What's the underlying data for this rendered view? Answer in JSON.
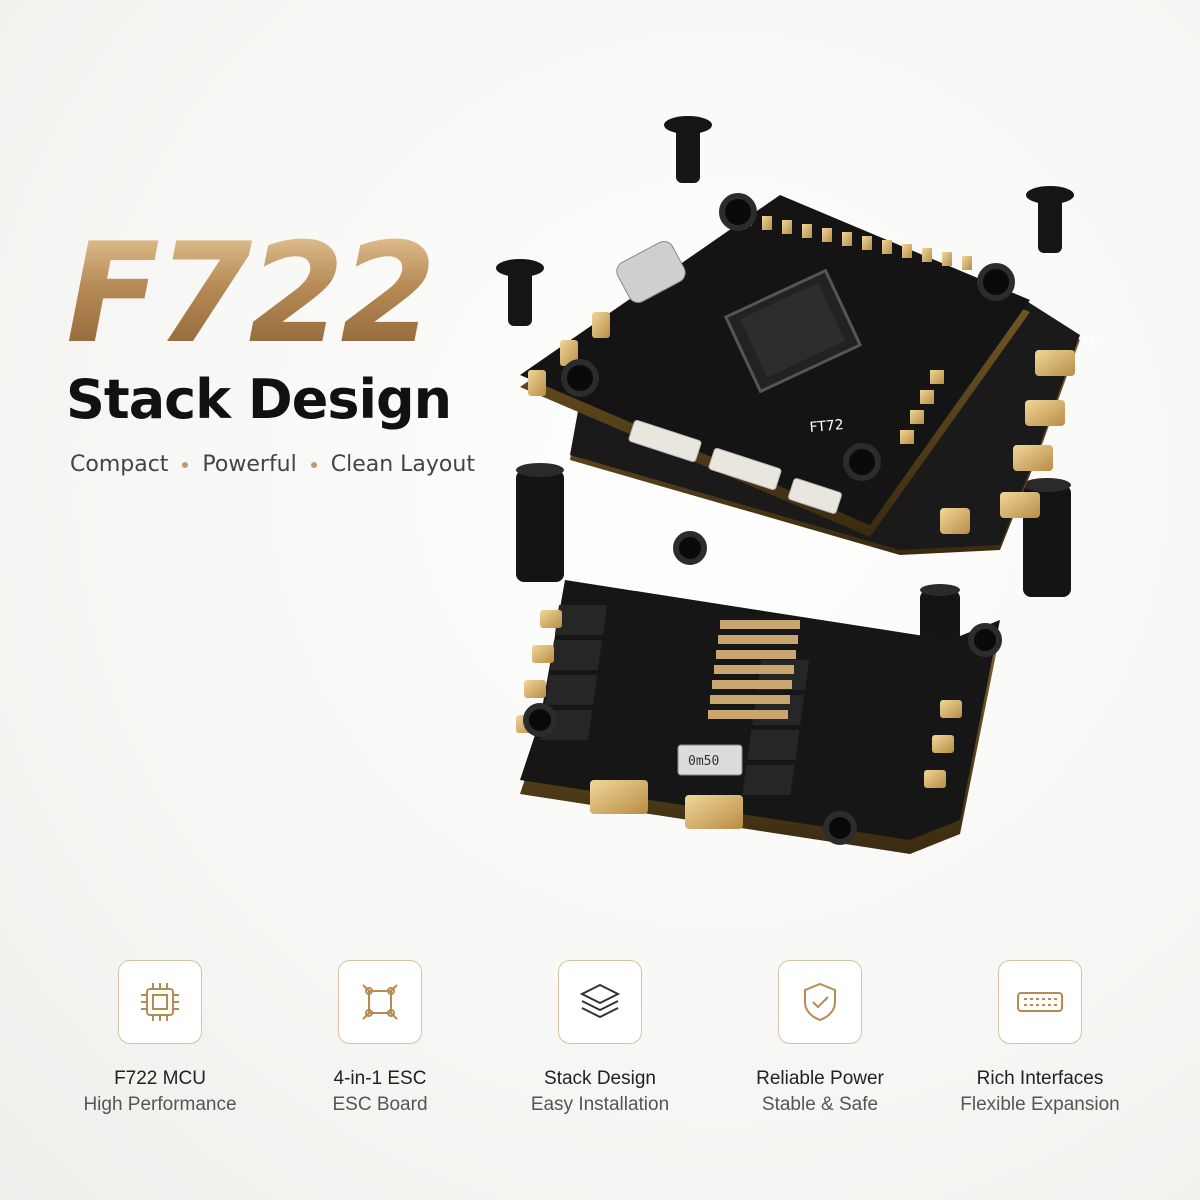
{
  "hero": {
    "title": "F722",
    "subtitle": "Stack Design",
    "tagline": [
      "Compact",
      "Powerful",
      "Clean Layout"
    ]
  },
  "product": {
    "fc_board_label": "FT72",
    "esc_resistor_label": "0m50",
    "motor_label": "M2"
  },
  "features": [
    {
      "icon": "chip-icon",
      "title": "F722 MCU",
      "subtitle": "High Performance"
    },
    {
      "icon": "esc-icon",
      "title": "4-in-1 ESC",
      "subtitle": "ESC Board"
    },
    {
      "icon": "layers-icon",
      "title": "Stack Design",
      "subtitle": "Easy Installation"
    },
    {
      "icon": "shield-check-icon",
      "title": "Reliable Power",
      "subtitle": "Stable & Safe"
    },
    {
      "icon": "connector-icon",
      "title": "Rich Interfaces",
      "subtitle": "Flexible Expansion"
    }
  ],
  "colors": {
    "accent": "#b68a54",
    "pad_gold": "#d9b46a",
    "pcb": "#161616"
  }
}
